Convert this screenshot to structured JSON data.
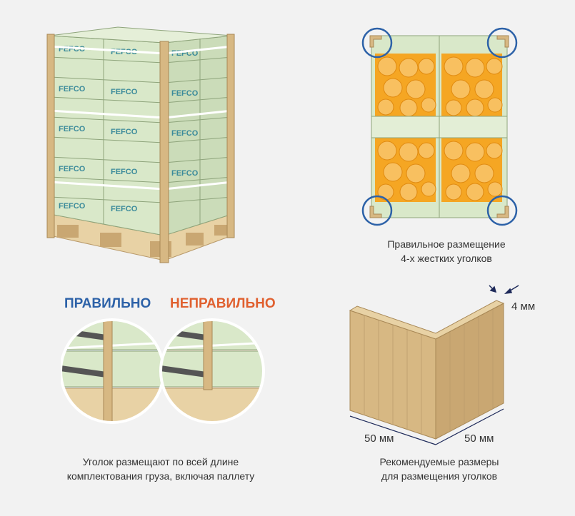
{
  "pallet": {
    "brand": "FEFCO"
  },
  "top_view": {
    "caption_line1": "Правильное размещение",
    "caption_line2": "4-х жестких уголков"
  },
  "comparison": {
    "correct_label": "ПРАВИЛЬНО",
    "incorrect_label": "НЕПРАВИЛЬНО",
    "caption_line1": "Уголок размещают по всей длине",
    "caption_line2": "комплектования груза, включая паллету"
  },
  "corner": {
    "thickness": "4 мм",
    "width_left": "50 мм",
    "width_right": "50 мм",
    "caption_line1": "Рекомендуемые размеры",
    "caption_line2": "для размещения уголков"
  },
  "colors": {
    "box_green": "#d9e8c9",
    "kraft": "#d7b883",
    "orange": "#f5a623",
    "accent_blue": "#2d62a8",
    "accent_orange": "#e0602f"
  }
}
